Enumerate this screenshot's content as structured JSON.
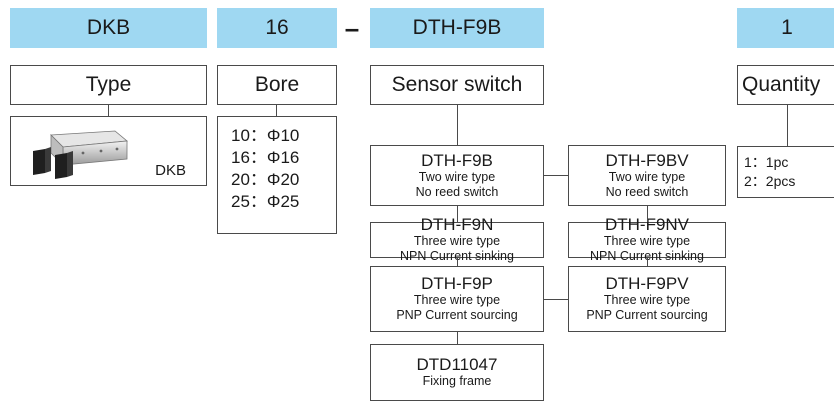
{
  "codes": {
    "type": "DKB",
    "bore": "16",
    "separator": "–",
    "sensor": "DTH-F9B",
    "quantity": "1"
  },
  "labels": {
    "type": "Type",
    "bore": "Bore",
    "sensor": "Sensor switch",
    "quantity": "Quantity"
  },
  "type_item": {
    "name": "DKB"
  },
  "bores": [
    "10：Φ10",
    "16：Φ16",
    "20：Φ20",
    "25：Φ25"
  ],
  "sensors": [
    {
      "code": "DTH-F9B",
      "line1": "Two wire type",
      "line2": "No reed switch"
    },
    {
      "code": "DTH-F9BV",
      "line1": "Two wire type",
      "line2": "No reed switch"
    },
    {
      "code": "DTH-F9N",
      "line1": "Three wire type",
      "line2": "NPN Current sinking"
    },
    {
      "code": "DTH-F9NV",
      "line1": "Three wire type",
      "line2": "NPN Current sinking"
    },
    {
      "code": "DTH-F9P",
      "line1": "Three wire type",
      "line2": "PNP Current sourcing"
    },
    {
      "code": "DTH-F9PV",
      "line1": "Three wire type",
      "line2": "PNP Current sourcing"
    },
    {
      "code": "DTD11047",
      "line1": "Fixing frame"
    }
  ],
  "quantities": [
    "1：1pc",
    "2：2pcs"
  ],
  "colors": {
    "header_bg": "#9fd8f2",
    "border": "#4a4a4a"
  }
}
